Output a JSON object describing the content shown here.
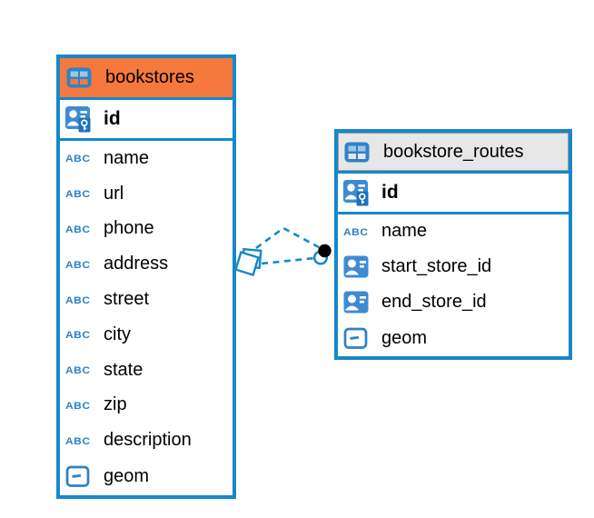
{
  "icons": {
    "text_type_glyph": "ABC"
  },
  "colors": {
    "table_border_blue": "#1588C9",
    "bookstores_header_orange": "#F5793D",
    "routes_header_gray": "#E7E7E7",
    "icon_badge_blue": "#3D8BD4",
    "connector_blue": "#1588C9",
    "endpoint_black": "#000000"
  },
  "diagram": {
    "tables": [
      {
        "name": "bookstores",
        "primary_key": {
          "name": "id"
        },
        "columns": [
          {
            "name": "name",
            "type": "text"
          },
          {
            "name": "url",
            "type": "text"
          },
          {
            "name": "phone",
            "type": "text"
          },
          {
            "name": "address",
            "type": "text"
          },
          {
            "name": "street",
            "type": "text"
          },
          {
            "name": "city",
            "type": "text"
          },
          {
            "name": "state",
            "type": "text"
          },
          {
            "name": "zip",
            "type": "text"
          },
          {
            "name": "description",
            "type": "text"
          },
          {
            "name": "geom",
            "type": "geometry"
          }
        ]
      },
      {
        "name": "bookstore_routes",
        "primary_key": {
          "name": "id"
        },
        "columns": [
          {
            "name": "name",
            "type": "text"
          },
          {
            "name": "start_store_id",
            "type": "foreign_key"
          },
          {
            "name": "end_store_id",
            "type": "foreign_key"
          },
          {
            "name": "geom",
            "type": "geometry"
          }
        ]
      }
    ],
    "relationship": {
      "from": "bookstore_routes",
      "to": "bookstores",
      "line_style": "dashed"
    }
  }
}
